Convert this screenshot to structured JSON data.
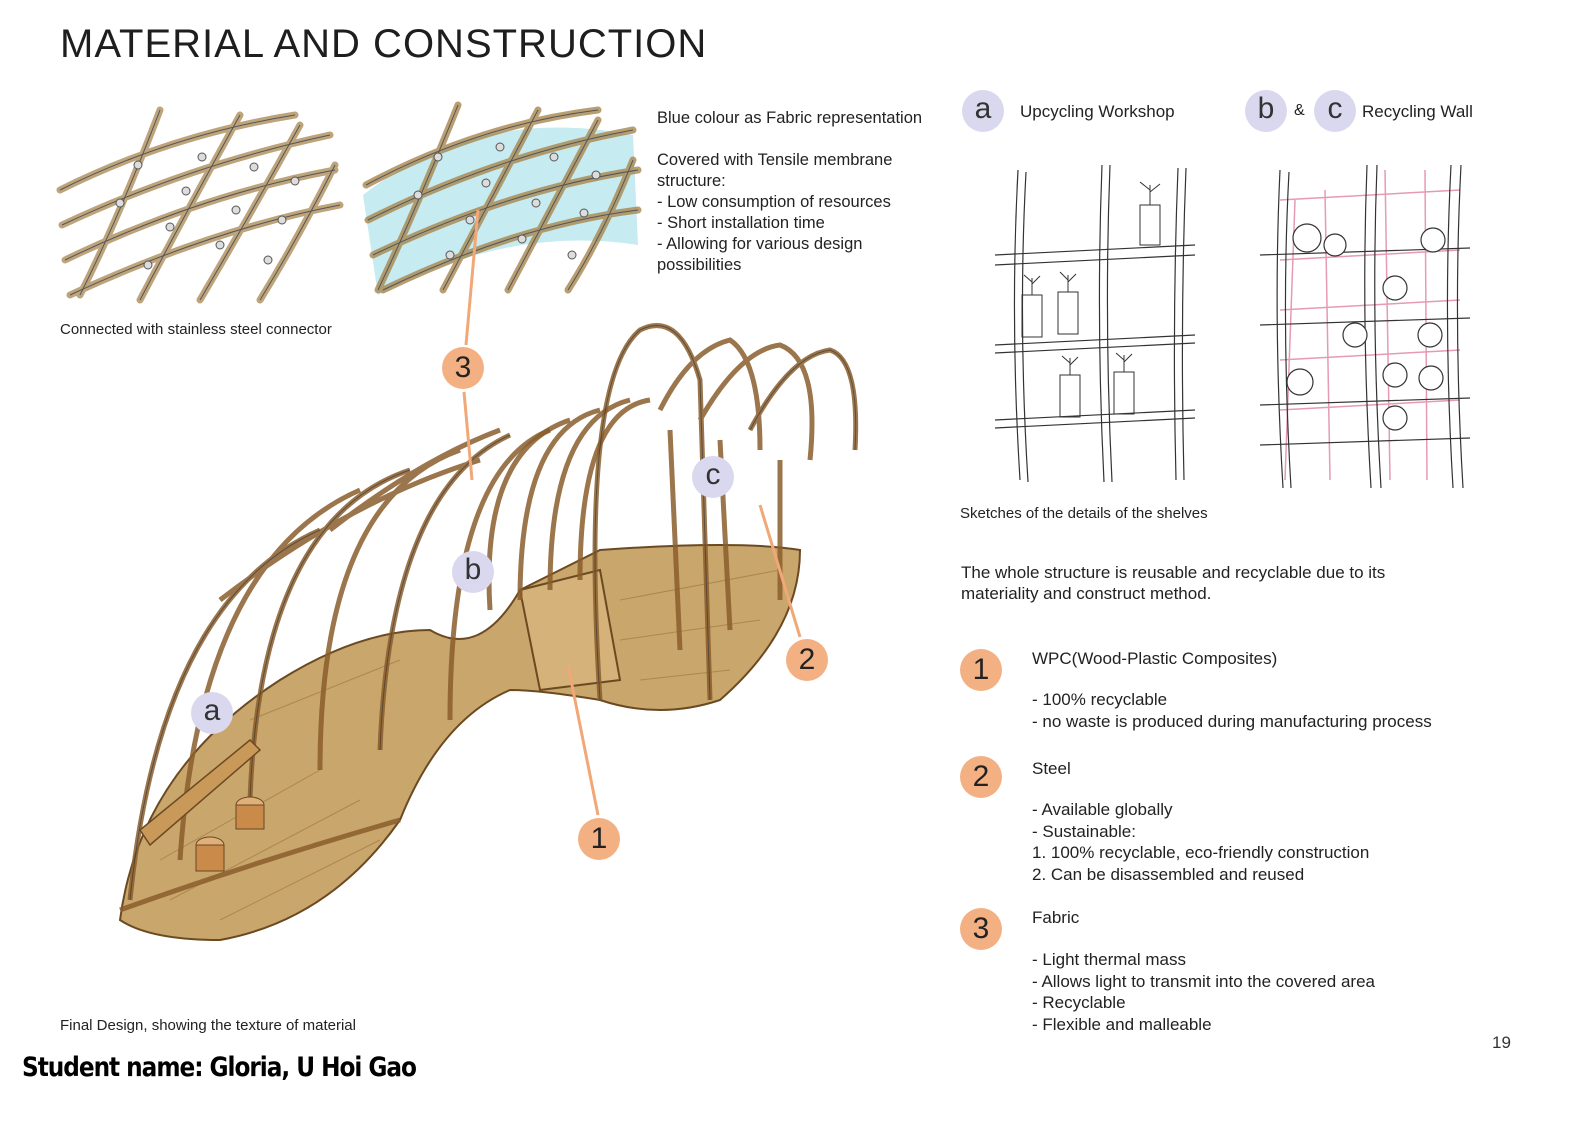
{
  "title": "MATERIAL AND CONSTRUCTION",
  "captions": {
    "connector": "Connected with stainless steel connector",
    "final_design": "Final Design, showing the texture of material",
    "shelves": "Sketches of the details of the shelves"
  },
  "fabric_note": {
    "line1": "Blue colour as Fabric representation",
    "heading_lines": [
      "Covered with Tensile membrane",
      "structure:"
    ],
    "bullets": [
      "- Low consumption of resources",
      "- Short installation time",
      "- Allowing for various design",
      "possibilities"
    ]
  },
  "legend": {
    "a_letter": "a",
    "a_label": "Upcycling Workshop",
    "b_letter": "b",
    "amp": "&",
    "c_letter": "c",
    "bc_label": "Recycling Wall"
  },
  "drawing_markers": {
    "m3": "3",
    "m2": "2",
    "m1": "1",
    "ma": "a",
    "mb": "b",
    "mc": "c"
  },
  "summary": [
    "The whole structure is reusable and recyclable due to its",
    "materiality and construct method."
  ],
  "materials": [
    {
      "number": "1",
      "name": "WPC(Wood-Plastic Composites)",
      "lines": [
        "- 100% recyclable",
        "- no waste is produced during manufacturing process"
      ]
    },
    {
      "number": "2",
      "name": "Steel",
      "lines": [
        "- Available globally",
        "- Sustainable:",
        "1. 100% recyclable, eco-friendly construction",
        "2. Can be disassembled and reused"
      ]
    },
    {
      "number": "3",
      "name": "Fabric",
      "lines": [
        "- Light thermal mass",
        "- Allows light to transmit into the covered area",
        "- Recyclable",
        "- Flexible and malleable"
      ]
    }
  ],
  "page_number": "19",
  "student": "Student name: Gloria, U Hoi Gao",
  "colors": {
    "orange_badge": "#f3b183",
    "lavender_badge": "#dad8ee",
    "wood": "#c9a66b",
    "wood_dark": "#7a5428",
    "fabric_blue": "#aee3ea",
    "pink_sketch": "#e69ab4"
  }
}
